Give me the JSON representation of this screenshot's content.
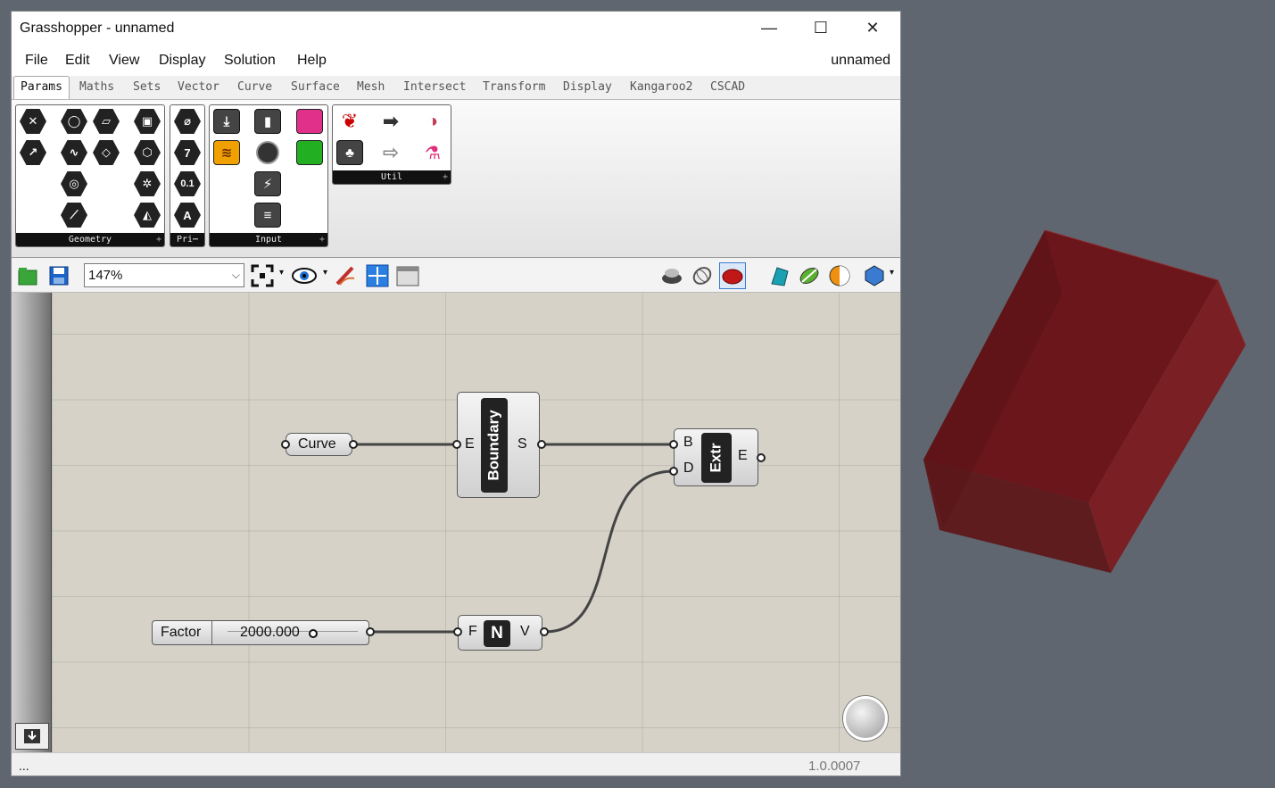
{
  "window": {
    "title": "Grasshopper - unnamed",
    "minimize_glyph": "—",
    "maximize_glyph": "☐",
    "close_glyph": "✕"
  },
  "menubar": {
    "items": [
      "File",
      "Edit",
      "View",
      "Display",
      "Solution",
      "Help"
    ],
    "document_name": "unnamed"
  },
  "tabs": {
    "items": [
      "Params",
      "Maths",
      "Sets",
      "Vector",
      "Curve",
      "Surface",
      "Mesh",
      "Intersect",
      "Transform",
      "Display",
      "Kangaroo2",
      "CSCAD"
    ],
    "active": "Params"
  },
  "ribbon": {
    "panels": [
      {
        "label": "Geometry",
        "expand_glyph": "+"
      },
      {
        "label": "Pri⋯"
      },
      {
        "label": "Input",
        "expand_glyph": "+"
      },
      {
        "label": "Util",
        "expand_glyph": "+"
      }
    ],
    "geometry_icons": [
      "point-param-icon",
      "circle-param-icon",
      "surface-param-icon",
      "box-param-icon",
      "vector-param-icon",
      "curve-param-icon",
      "plane-param-icon",
      "brep-param-icon",
      "circular-arc-param-icon",
      "mesh-param-icon",
      "line-param-icon",
      "geometry-param-icon"
    ],
    "primitive_glyphs": [
      "⌀",
      "7",
      "0.1",
      "A"
    ],
    "input_icons": [
      "data-input-icon",
      "toggle-icon",
      "slider-icon",
      "button-icon",
      "graph-mapper-icon",
      "list-icon",
      "gradient-icon",
      "colour-swatch-icon"
    ],
    "util_icons": [
      "cherry-picker-icon",
      "arrow-right-icon",
      "data-dam-icon",
      "tree-icon",
      "arrow-outline-icon",
      "flask-icon"
    ]
  },
  "toolbar": {
    "zoom": "147%",
    "dropdown_glyph": "▾"
  },
  "canvas": {
    "curve_param": {
      "label": "Curve"
    },
    "boundary": {
      "input": "E",
      "name": "Boundary",
      "output": "S"
    },
    "extrude": {
      "input_b": "B",
      "input_d": "D",
      "name": "Extr",
      "output": "E"
    },
    "factor_slider": {
      "label": "Factor",
      "value": "2000.000"
    },
    "unit_z": {
      "input": "F",
      "name": "N",
      "output": "V"
    }
  },
  "statusbar": {
    "left_text": "...",
    "version": "1.0.0007"
  },
  "colors": {
    "extrusion_fill": "#6a1a1e",
    "canvas_bg": "#d6d2c8",
    "desktop_bg": "#5f6670"
  }
}
